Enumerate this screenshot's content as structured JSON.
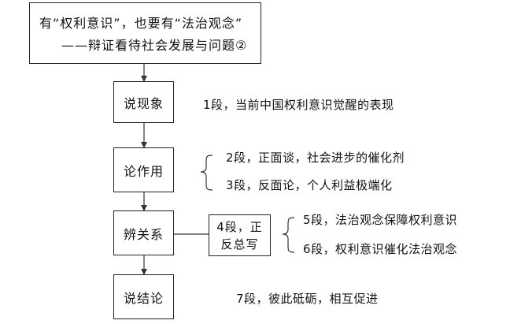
{
  "title": {
    "line1": "有“权利意识”，也要有“法治观念”",
    "line2": "——辩证看待社会发展与问题②"
  },
  "steps": [
    {
      "label": "说现象",
      "notes": [
        "1段，当前中国权利意识觉醒的表现"
      ]
    },
    {
      "label": "论作用",
      "notes": [
        "2段，正面谈，社会进步的催化剂",
        "3段，反面论，个人利益极端化"
      ]
    },
    {
      "label": "辨关系",
      "sub_box": "4段，正反总写",
      "sub_box_lines": [
        "4段，正",
        "反总写"
      ],
      "notes": [
        "5段，法治观念保障权利意识",
        "6段，权利意识催化法治观念"
      ]
    },
    {
      "label": "说结论",
      "notes": [
        "7段，彼此砥砺，相互促进"
      ]
    }
  ]
}
